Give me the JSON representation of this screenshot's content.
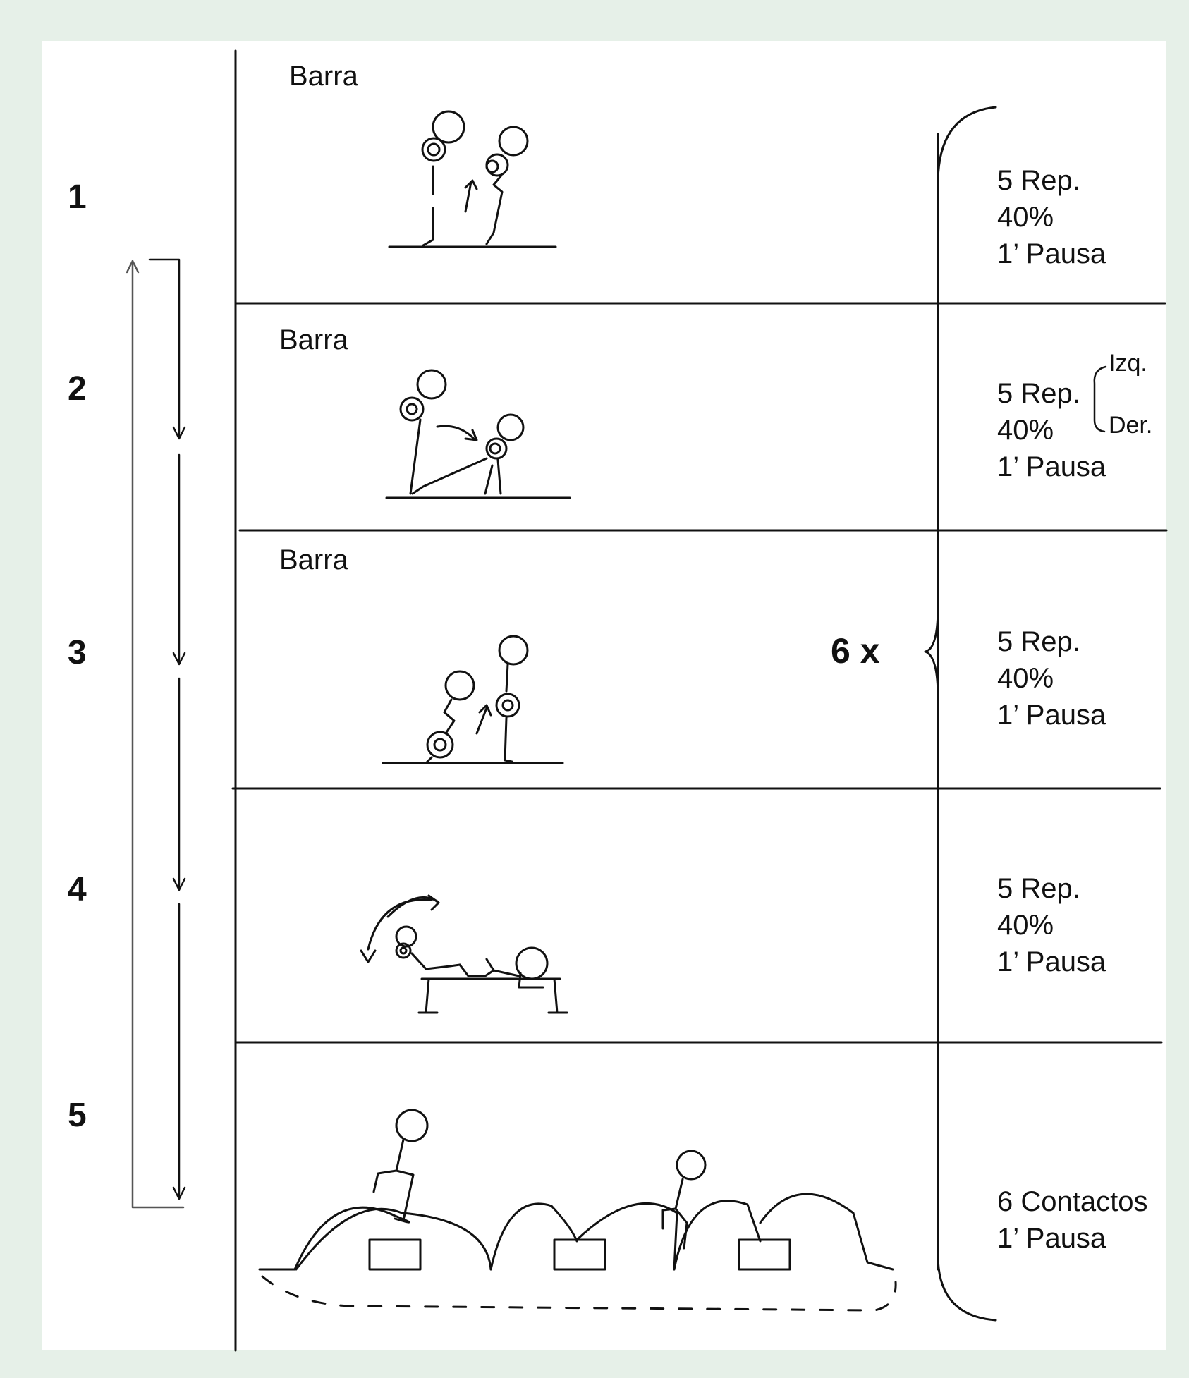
{
  "steps": [
    {
      "number": "1",
      "equipment": "Barra",
      "info": [
        "5 Rep.",
        "40%",
        "1’ Pausa"
      ]
    },
    {
      "number": "2",
      "equipment": "Barra",
      "info": [
        "5 Rep.",
        "40%",
        "1’ Pausa"
      ],
      "sides": [
        "Izq.",
        "Der."
      ]
    },
    {
      "number": "3",
      "equipment": "Barra",
      "info": [
        "5 Rep.",
        "40%",
        "1’ Pausa"
      ]
    },
    {
      "number": "4",
      "equipment": "",
      "info": [
        "5 Rep.",
        "40%",
        "1’ Pausa"
      ]
    },
    {
      "number": "5",
      "equipment": "",
      "info": [
        "6 Contactos",
        "1’ Pausa"
      ]
    }
  ],
  "repeat_label": "6 x",
  "colors": {
    "background": "#e6f0e8",
    "panel": "#ffffff",
    "ink": "#111111"
  }
}
